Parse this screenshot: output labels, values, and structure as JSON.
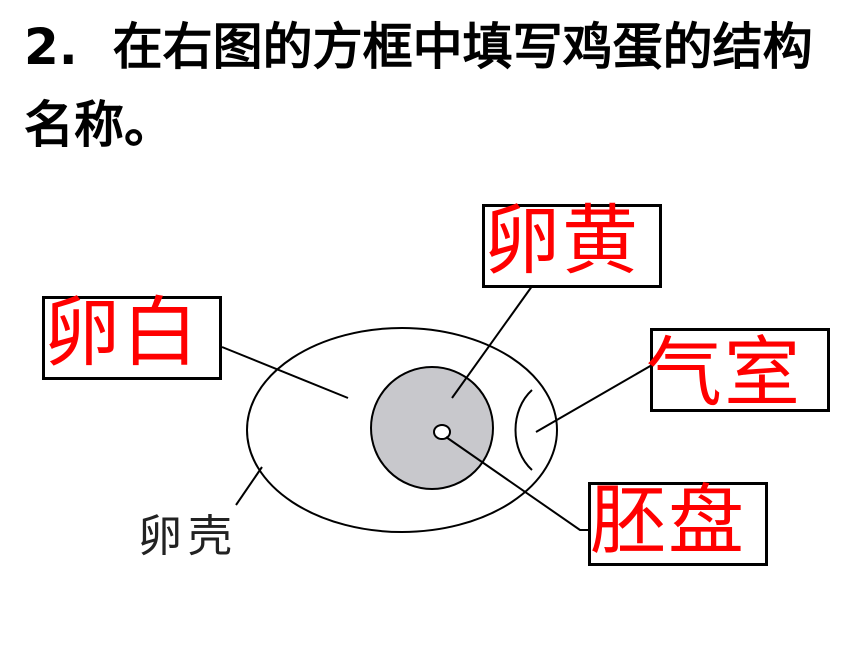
{
  "question": {
    "number": "2.",
    "text": "在右图的方框中填写鸡蛋的结构名称。"
  },
  "labels": {
    "shell": "卵壳"
  },
  "answers": {
    "egg_white": "卵白",
    "yolk": "卵黄",
    "air_cell": "气室",
    "germinal_disc": "胚盘"
  },
  "colors": {
    "answer_text": "#ff0000",
    "yolk_fill": "#c8c8cc",
    "outline": "#000000"
  }
}
